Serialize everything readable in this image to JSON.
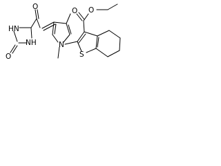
{
  "molecule": {
    "atoms": {
      "o_imidazolidine_top": "O",
      "nh_imidazolidine_left": "HN",
      "nh_imidazolidine_bottom": "NH",
      "o_imidazolidine_bottom": "O",
      "n_pyrrole": "N",
      "o_ester_carbonyl": "O",
      "o_ester_ether": "O",
      "s_thiophene": "S"
    }
  }
}
